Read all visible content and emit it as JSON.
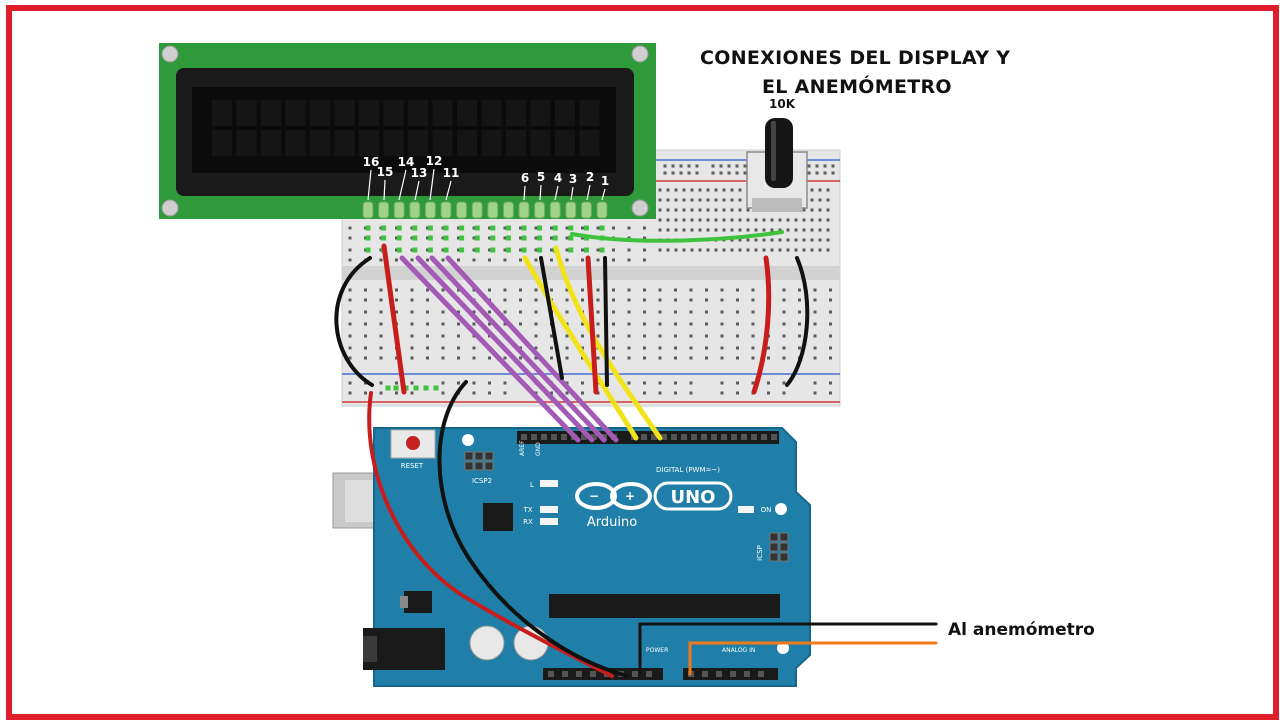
{
  "title": {
    "line1": "CONEXIONES DEL DISPLAY Y",
    "line2": "EL ANEMÓMETRO"
  },
  "potentiometer": {
    "label": "10K"
  },
  "lcd": {
    "pin_labels": [
      "16",
      "15",
      "14",
      "13",
      "12",
      "11",
      "6",
      "5",
      "4",
      "3",
      "2",
      "1"
    ]
  },
  "arduino": {
    "brand": "Arduino",
    "model": "UNO",
    "reset_label": "RESET",
    "icsp2_label": "ICSP2",
    "icsp_label": "ICSP",
    "aref_label": "AREF",
    "gnd_label": "GND",
    "digital_label": "DIGITAL (PWM=~)",
    "tx_label": "TX",
    "rx_label": "RX",
    "l_label": "L",
    "on_label": "ON",
    "power_label": "POWER",
    "analog_label": "ANALOG IN"
  },
  "anemometer_label": "Al anemómetro",
  "colors": {
    "frame": "#e01e2b",
    "lcd_pcb": "#2e9a3a",
    "lcd_bezel": "#1a1a1a",
    "breadboard": "#e8e8e8",
    "arduino": "#1f7fa8",
    "wire_red": "#c81d1d",
    "wire_black": "#111111",
    "wire_purple": "#a35ab5",
    "wire_yellow": "#f2e21a",
    "wire_green": "#3fc33f",
    "wire_orange": "#f07a1a"
  }
}
